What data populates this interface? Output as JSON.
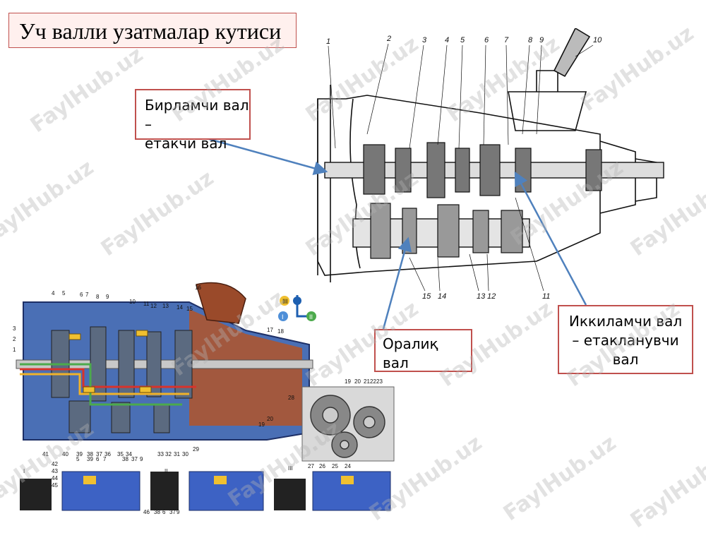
{
  "slide": {
    "title": "Уч валли узатмалар кутиси",
    "labels": {
      "primary_shaft": [
        "Бирламчи вал –",
        "етакчи вал"
      ],
      "secondary_shaft": [
        "Иккиламчи вал",
        "– етакланувчи",
        "вал"
      ],
      "intermediate_shaft": [
        "Оралиқ",
        "вал"
      ]
    },
    "watermark": "FaylHub.uz",
    "upper_drawing_numbers": [
      "1",
      "2",
      "3",
      "4",
      "5",
      "6",
      "7",
      "8",
      "9",
      "10",
      "11",
      "12",
      "13",
      "14",
      "15"
    ],
    "lower_drawing_numbers": [
      "1",
      "2",
      "3",
      "4",
      "5",
      "6",
      "7",
      "8",
      "9",
      "10",
      "11",
      "12",
      "13",
      "14",
      "15",
      "16",
      "17",
      "18",
      "19",
      "20",
      "28",
      "29",
      "30",
      "31",
      "32",
      "33",
      "34",
      "35",
      "36",
      "37",
      "38",
      "39",
      "40",
      "41",
      "42",
      "43",
      "44",
      "45"
    ],
    "inset_numbers": [
      "19",
      "20",
      "21",
      "22",
      "23",
      "27",
      "26",
      "25",
      "24"
    ],
    "gear_positions": [
      "I",
      "II",
      "III"
    ],
    "small_numbers": [
      "5",
      "39",
      "6",
      "7",
      "38",
      "37",
      "9",
      "46",
      "38",
      "6",
      "37",
      "9"
    ]
  },
  "colors": {
    "accent": "#c0504d",
    "arrow": "#4f81bd",
    "title_bg": "#fff0ee"
  }
}
